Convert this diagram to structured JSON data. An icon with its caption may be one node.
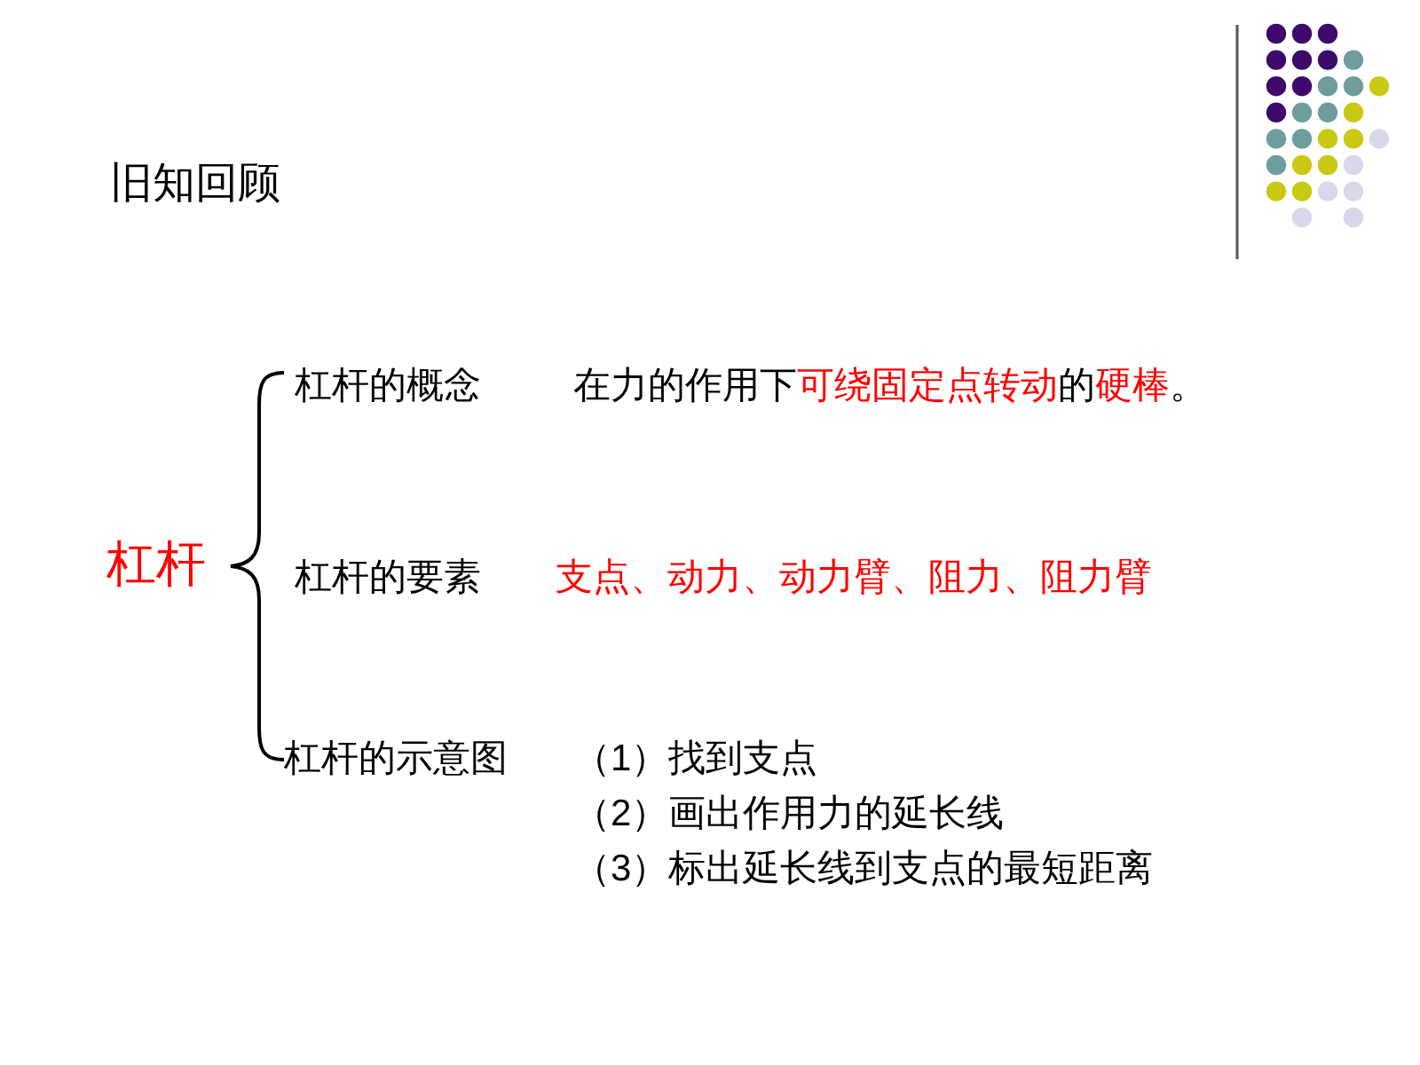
{
  "diagram": {
    "title": "旧知回顾",
    "labels": [
      "杠杆",
      "杠杆的概念",
      "在力的作用下",
      "可绕固定点转动",
      "的",
      "硬棒",
      "。",
      "杠杆的要素",
      "支点、动力、动力臂、阻力、阻力臂",
      "杠杆的示意图",
      "（1）找到支点",
      "（2）画出作用力的延长线",
      "（3）标出延长线到支点的最短距离"
    ]
  }
}
